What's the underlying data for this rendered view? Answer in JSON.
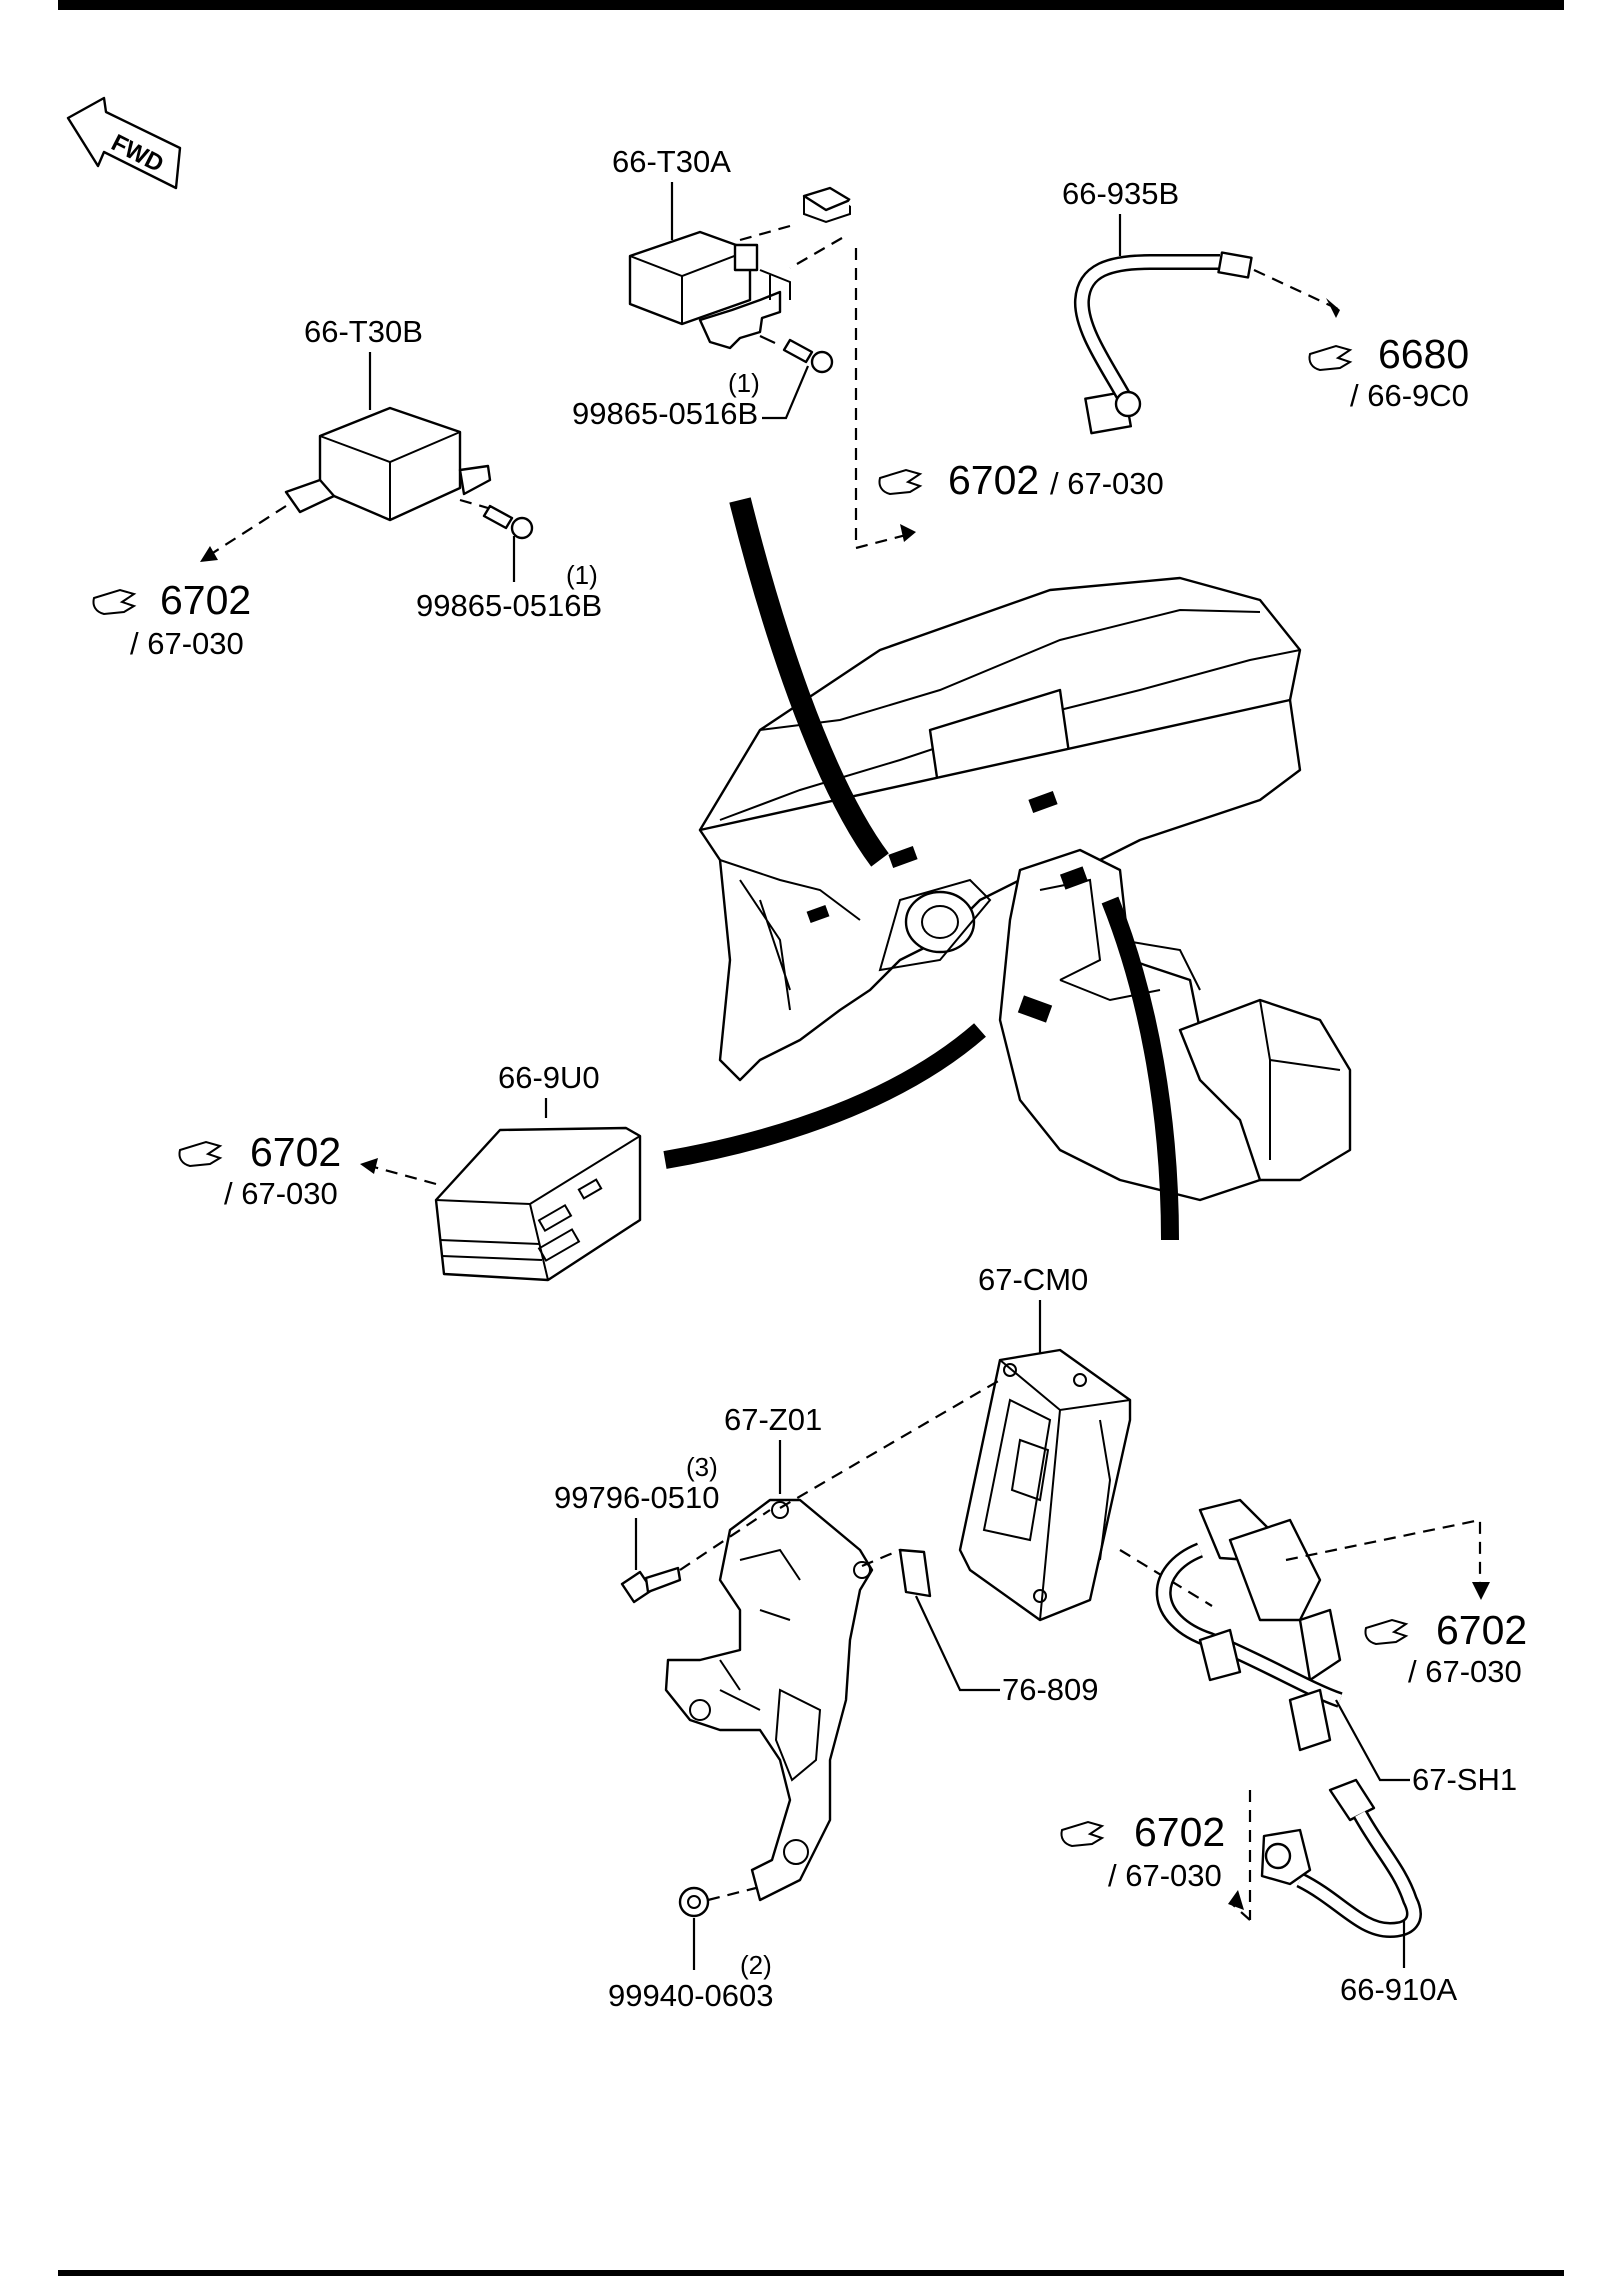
{
  "fwd_label": "FWD",
  "parts": {
    "p66_t30a": "66-T30A",
    "p66_t30b": "66-T30B",
    "p66_935b": "66-935B",
    "p66_9u0": "66-9U0",
    "p67_cm0": "67-CM0",
    "p67_z01": "67-Z01",
    "p76_809": "76-809",
    "p67_sh1": "67-SH1",
    "p66_910a": "66-910A",
    "bolt_99865_a": "99865-0516B",
    "bolt_99865_b": "99865-0516B",
    "bolt_99796": "99796-0510",
    "nut_99940": "99940-0603"
  },
  "quantities": {
    "q_99865_a": "(1)",
    "q_99865_b": "(1)",
    "q_99796": "(3)",
    "q_99940": "(2)"
  },
  "references": {
    "r1": {
      "num": "6680",
      "sub": "/ 66-9C0"
    },
    "r2": {
      "num": "6702",
      "sub": "/ 67-030"
    },
    "r3": {
      "num": "6702",
      "sub": "/ 67-030"
    },
    "r4": {
      "num": "6702",
      "sub": "/ 67-030"
    },
    "r5": {
      "num": "6702",
      "sub": "/ 67-030"
    },
    "r6": {
      "num": "6702",
      "sub": "/ 67-030"
    }
  },
  "icons": {
    "pointer": "pointing-hand-icon",
    "fwd": "fwd-arrow-icon"
  }
}
